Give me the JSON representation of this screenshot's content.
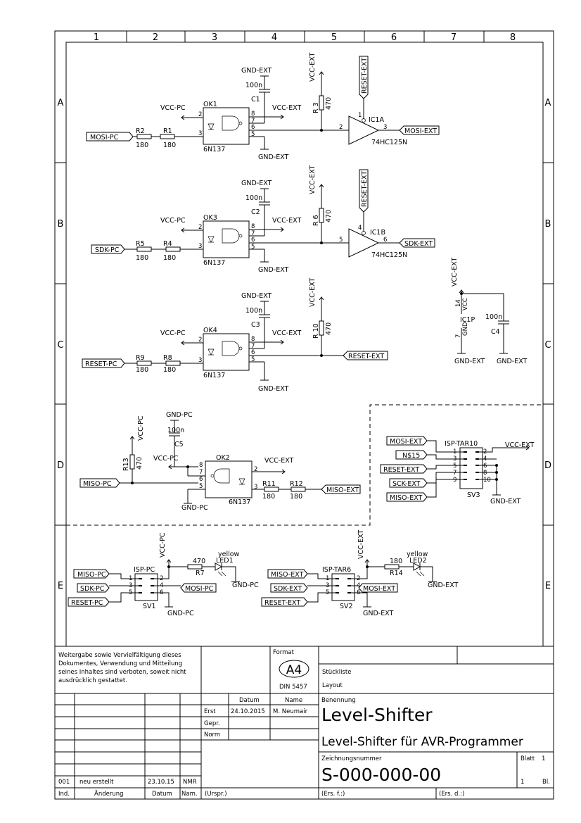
{
  "frame": {
    "columns": [
      "1",
      "2",
      "3",
      "4",
      "5",
      "6",
      "7",
      "8"
    ],
    "rows": [
      "A",
      "B",
      "C",
      "D",
      "E"
    ]
  },
  "nets": {
    "mosi_pc": "MOSI-PC",
    "mosi_ext": "MOSI-EXT",
    "sdk_pc": "SDK-PC",
    "sdk_ext": "SDK-EXT",
    "reset_pc": "RESET-PC",
    "reset_ext": "RESET-EXT",
    "miso_pc": "MISO-PC",
    "miso_ext": "MISO-EXT",
    "sck_ext": "SCK-EXT",
    "n15": "N$15",
    "vcc_pc": "VCC-PC",
    "vcc_ext": "VCC-EXT",
    "gnd_pc": "GND-PC",
    "gnd_ext": "GND-EXT"
  },
  "parts": {
    "ok1": "OK1",
    "ok2": "OK2",
    "ok3": "OK3",
    "ok4": "OK4",
    "opto_value": "6N137",
    "ic1a": "IC1A",
    "ic1b": "IC1B",
    "ic1p": "IC1P",
    "buf_value": "74HC125N",
    "r1": "R1",
    "r2": "R2",
    "r3": "R 3",
    "r4": "R4",
    "r5": "R5",
    "r6": "R 6",
    "r7": "R7",
    "r8": "R8",
    "r9": "R9",
    "r10": "R 10",
    "r11": "R11",
    "r12": "R12",
    "r13": "R13",
    "r14": "R14",
    "v180": "180",
    "v470": "470",
    "c1": "C1",
    "c2": "C2",
    "c3": "C3",
    "c4": "C4",
    "c5": "C5",
    "v100n": "100n",
    "led1": "LED1",
    "led2": "LED2",
    "yellow": "yellow",
    "sv1": "SV1",
    "sv2": "SV2",
    "sv3": "SV3",
    "isp_pc": "ISP-PC",
    "isp_tar6": "ISP-TAR6",
    "isp_tar10": "ISP-TAR10",
    "vcc_pin": "VCC",
    "gnd_pin": "GND"
  },
  "pins": {
    "p1": "1",
    "p2": "2",
    "p3": "3",
    "p4": "4",
    "p5": "5",
    "p6": "6",
    "p7": "7",
    "p8": "8",
    "p9": "9",
    "p10": "10",
    "p14": "14"
  },
  "titleblock": {
    "notice": [
      "Weitergabe sowie Vervielfältigung dieses",
      "Dokumentes, Verwendung und Mitteilung",
      "seines Inhaltes sind verboten, soweit nicht",
      "ausdrücklich gestattet."
    ],
    "format_label": "Format",
    "format": "A4",
    "din": "DIN 5457",
    "stueckliste": "Stückliste",
    "layout": "Layout",
    "benennung_label": "Benennung",
    "title": "Level-Shifter",
    "subtitle": "Level-Shifter für AVR-Programmer",
    "zeichnungsnummer_label": "Zeichnungsnummer",
    "drawing_number": "S-000-000-00",
    "blatt_label": "Blatt",
    "blatt": "1",
    "bl_count": "1",
    "bl_label": "Bl.",
    "datum_label": "Datum",
    "name_label": "Name",
    "erst": "Erst",
    "erst_date": "24.10.2015",
    "erst_name": "M. Neumair",
    "gepr": "Gepr.",
    "norm": "Norm",
    "rev_index": "001",
    "rev_change": "neu erstellt",
    "rev_date": "23.10.15",
    "rev_name": "NMR",
    "h_ind": "Ind.",
    "h_aenderung": "Änderung",
    "h_datum": "Datum",
    "h_name": "Nam.",
    "urspr": "(Urspr.)",
    "ers_f": "(Ers. f.:)",
    "ers_d": "(Ers. d.:)"
  }
}
